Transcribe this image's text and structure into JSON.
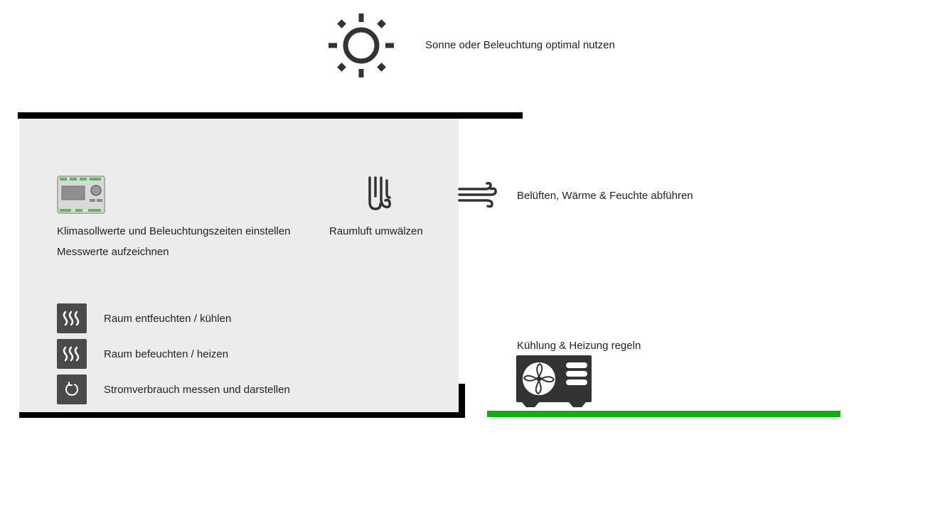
{
  "sun": {
    "label": "Sonne oder Beleuchtung optimal nutzen",
    "icon": "sun-icon"
  },
  "controller": {
    "label_line1": "Klimasollwerte und Beleuchtungszeiten einstellen",
    "label_line2": "Messwerte aufzeichnen",
    "icon": "controller-device-icon"
  },
  "circulation": {
    "label": "Raumluft umwälzen",
    "icon": "air-circulation-icon"
  },
  "ventilation": {
    "label": "Belüften, Wärme & Feuchte abführen",
    "icon": "wind-icon"
  },
  "devices": [
    {
      "label": "Raum entfeuchten / kühlen",
      "icon": "dehumidifier-heat-waves-icon"
    },
    {
      "label": "Raum befeuchten / heizen",
      "icon": "humidifier-heat-waves-icon"
    },
    {
      "label": "Stromverbrauch messen und darstellen",
      "icon": "power-meter-icon"
    }
  ],
  "hvac": {
    "label": "Kühlung & Heizung regeln",
    "icon": "outdoor-unit-icon"
  },
  "colors": {
    "accent_green": "#10b010",
    "room_bg": "#ececec",
    "icon_dark": "#3a3a3a"
  }
}
